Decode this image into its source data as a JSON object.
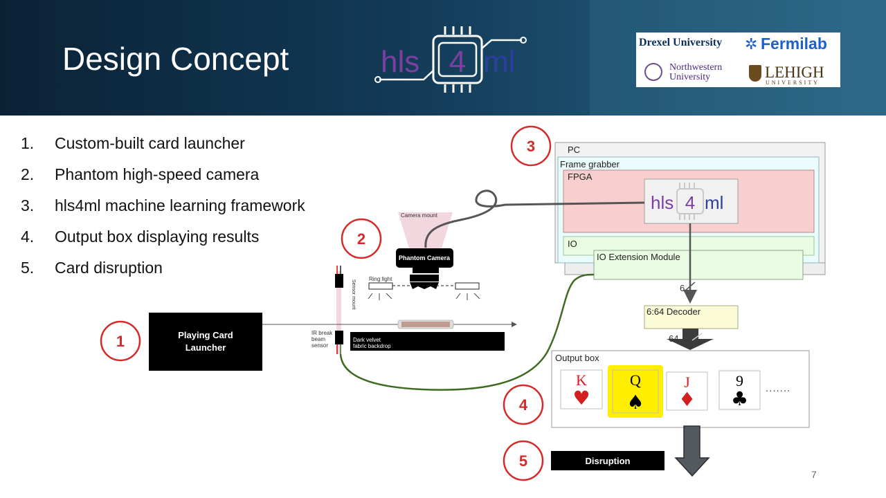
{
  "slide": {
    "title": "Design Concept",
    "page_number": "7"
  },
  "header_logo": {
    "left": "hls",
    "center": "4",
    "right": "ml"
  },
  "partners": {
    "drexel": "Drexel University",
    "fermilab": "Fermilab",
    "northwestern_line1": "Northwestern",
    "northwestern_line2": "University",
    "lehigh": "LEHIGH",
    "lehigh_sub": "UNIVERSITY"
  },
  "bullets": [
    {
      "num": "1.",
      "text": "Custom-built card launcher"
    },
    {
      "num": "2.",
      "text": "Phantom high-speed camera"
    },
    {
      "num": "3.",
      "text": "hls4ml machine learning framework"
    },
    {
      "num": "4.",
      "text": "Output box displaying results"
    },
    {
      "num": "5.",
      "text": "Card disruption"
    }
  ],
  "markers": [
    "1",
    "2",
    "3",
    "4",
    "5"
  ],
  "setup": {
    "launcher_line1": "Playing Card",
    "launcher_line2": "Launcher",
    "camera_mount": "Camera mount",
    "camera": "Phantom Camera",
    "ring_light": "Ring light",
    "sensor_mount": "Sensor mount",
    "ir_line1": "IR break",
    "ir_line2": "beam",
    "ir_line3": "sensor",
    "backdrop_line1": "Dark velvet",
    "backdrop_line2": "fabric backdrop"
  },
  "system": {
    "pc": "PC",
    "frame_grabber": "Frame grabber",
    "fpga": "FPGA",
    "io": "IO",
    "io_ext": "IO Extension Module",
    "bus_6": "6",
    "decoder": "6:64 Decoder",
    "bus_64": "64",
    "output_box": "Output box",
    "ellipsis": ".......",
    "disruption": "Disruption"
  },
  "cards": [
    {
      "rank": "K",
      "suit": "♥",
      "color": "#d21f1f",
      "highlighted": false
    },
    {
      "rank": "Q",
      "suit": "♠",
      "color": "#000000",
      "highlighted": true
    },
    {
      "rank": "J",
      "suit": "♦",
      "color": "#d21f1f",
      "highlighted": false
    },
    {
      "rank": "9",
      "suit": "♣",
      "color": "#000000",
      "highlighted": false
    }
  ],
  "colors": {
    "marker_red": "#d42a2a",
    "hls_purple": "#7b3fa0",
    "ml_blue": "#2d3f9e",
    "pc_fill": "#f0f0f0",
    "frame_grabber_fill": "#e9fbfb",
    "fpga_fill": "#f7cfcf",
    "io_fill": "#e9fbe1",
    "decoder_fill": "#fbfbd8",
    "highlight_yellow": "#ffee00",
    "cable_green": "#3e6a22"
  }
}
